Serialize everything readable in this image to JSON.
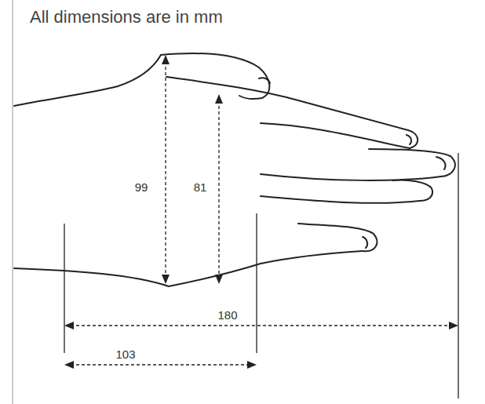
{
  "diagram": {
    "labels": [
      "All dimensions are in mm",
      "99",
      "81",
      "180",
      "103"
    ]
  }
}
